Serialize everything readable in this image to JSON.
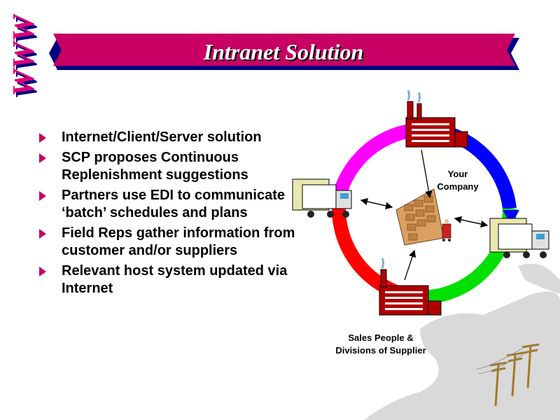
{
  "slide": {
    "title": "Intranet Solution",
    "logo_text": "WWW",
    "bullets": [
      "Internet/Client/Server solution",
      "SCP proposes Continuous Replenishment suggestions",
      "Partners use EDI to communicate ‘batch’ schedules and plans",
      "Field Reps gather information from customer and/or suppliers",
      "Relevant host system updated via Internet"
    ],
    "labels": {
      "your_company_1": "Your",
      "your_company_2": "Company",
      "sales_1": "Sales People &",
      "sales_2": "Divisions of Supplier"
    }
  },
  "colors": {
    "banner": "#c80064",
    "banner_shadow": "#000080",
    "bullet": "#c80064",
    "ring_magenta": "#ff00ff",
    "ring_blue": "#0000ff",
    "ring_green": "#00e000",
    "ring_red": "#ff0000"
  },
  "icons": [
    "bullet-triangle-icon",
    "factory-icon",
    "truck-icon",
    "warehouse-icon",
    "power-line-icon",
    "www-logo-icon"
  ]
}
